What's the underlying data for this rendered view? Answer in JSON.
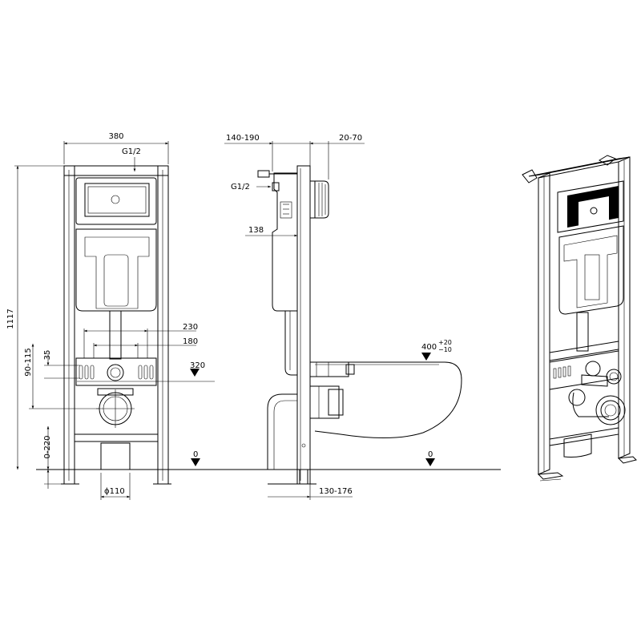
{
  "front_view": {
    "width_label": "380",
    "height_label": "1117",
    "inlet_label": "G1/2",
    "spacing_outer": "230",
    "spacing_inner": "180",
    "offset_small": "35",
    "offset_range": "90-115",
    "bolt_height": "320",
    "foot_range": "0-220",
    "floor_level": "0",
    "pipe_diameter": "ϕ110"
  },
  "side_view": {
    "depth_top_left": "140-190",
    "depth_top_right": "20-70",
    "inlet_label": "G1/2",
    "pipe_offset": "138",
    "bowl_height_main": "400",
    "bowl_tol_plus": "+20",
    "bowl_tol_minus": "−10",
    "floor_level": "0",
    "wall_distance": "130-176"
  }
}
